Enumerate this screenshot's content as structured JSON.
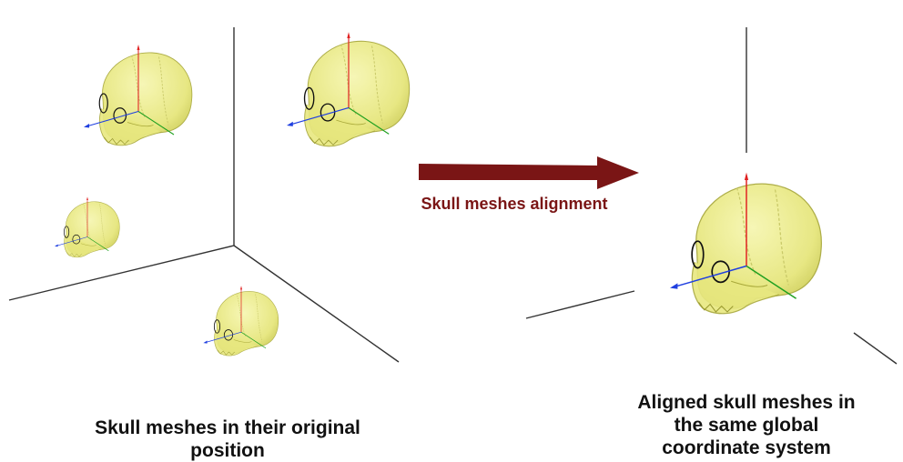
{
  "left_caption_line1": "Skull meshes in their original",
  "left_caption_line2": "position",
  "arrow_label": "Skull meshes alignment",
  "right_caption_line1": "Aligned skull meshes in",
  "right_caption_line2": "the same global",
  "right_caption_line3": "coordinate system",
  "colors": {
    "skull_fill": "#ecec86",
    "skull_stroke": "#a8a83a",
    "arrow": "#7a1515",
    "axis_up": "#e02020",
    "axis_forward": "#2040e0",
    "axis_side": "#20a020",
    "frame_line": "#333333"
  }
}
